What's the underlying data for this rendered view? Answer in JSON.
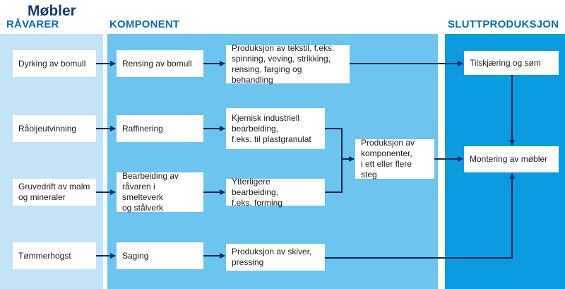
{
  "title": "Møbler",
  "columns": {
    "raw": "RÅVARER",
    "component": "KOMPONENT",
    "final": "SLUTTPRODUKSJON"
  },
  "nodes": {
    "bomull": "Dyrking av bomull",
    "raaolje": "Råoljeutvinning",
    "gruve": "Gruvedrift av malm\nog mineraler",
    "tommer": "Tømmerhogst",
    "rensing": "Rensing av bomull",
    "raffinering": "Raffinering",
    "bearbeiding": "Bearbeiding av\nråvaren i smelteverk\nog stålverk",
    "saging": "Saging",
    "tekstil": "Produksjon av tekstil, f.eks.\nspinning, veving, strikking,\nrensing, farging og behandling",
    "kjemisk": "Kjemisk industriell\nbearbeiding,\nf.eks. til plastgranulat",
    "ytterligere": "Ytterligere bearbeiding,\nf.eks. forming",
    "skiver": "Produksjon av skiver,\npressing",
    "komponenter": "Produksjon av\nkomponenter,\ni ett eller flere steg",
    "tilskjaering": "Tilskjæring og søm",
    "montering": "Montering av møbler"
  }
}
